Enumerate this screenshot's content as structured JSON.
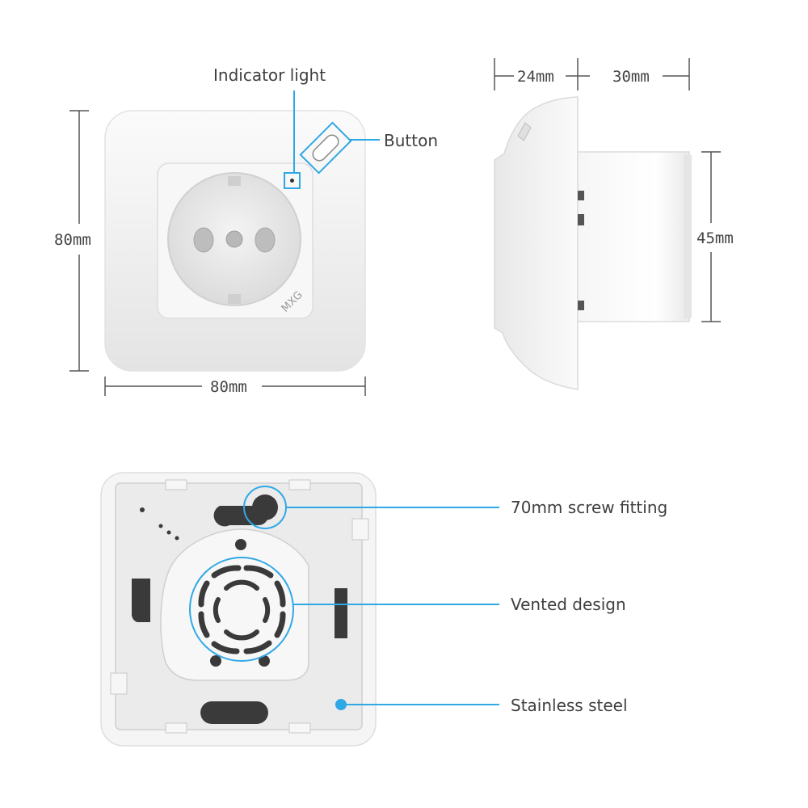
{
  "labels": {
    "indicator_light": "Indicator light",
    "button": "Button",
    "dim_width_front": "80mm",
    "dim_height_front": "80mm",
    "dim_depth_front_plate": "24mm",
    "dim_depth_body": "30mm",
    "dim_body_diameter": "45mm",
    "screw_fitting": "70mm screw fitting",
    "vented_design": "Vented design",
    "stainless_steel": "Stainless steel"
  },
  "logo_text": "MXG",
  "colors": {
    "accent": "#2fa8e6",
    "dimension_line": "#555555",
    "body": "#f1f1f1",
    "body_shadow": "#d6d6d6",
    "hole": "#3a3a3a"
  }
}
